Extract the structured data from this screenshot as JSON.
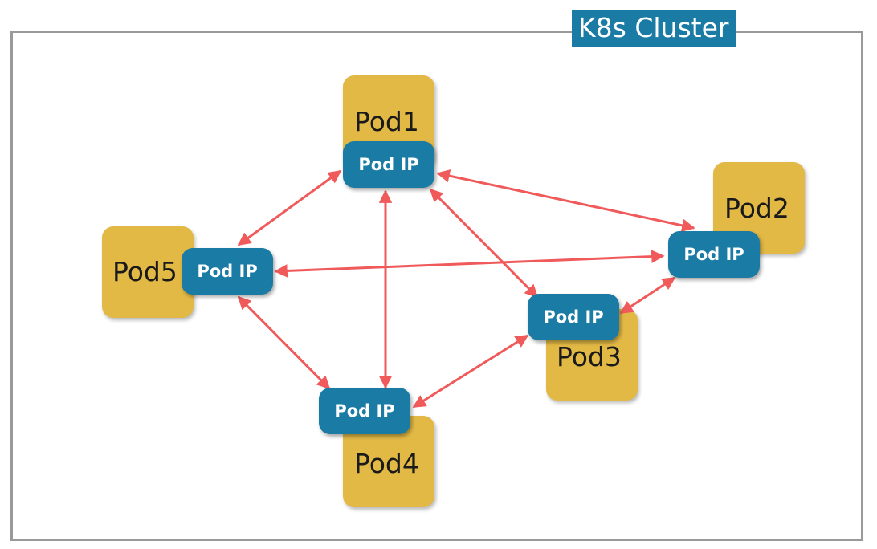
{
  "cluster": {
    "title": "K8s Cluster",
    "title_bg": "#1a7ba5",
    "border_color": "#9a9a9a"
  },
  "colors": {
    "pod_fill": "#e3b946",
    "pod_ip_fill": "#1a7ba5",
    "link_color": "#f05a5a"
  },
  "pods": [
    {
      "id": "pod1",
      "label": "Pod1",
      "ip_label": "Pod IP"
    },
    {
      "id": "pod2",
      "label": "Pod2",
      "ip_label": "Pod IP"
    },
    {
      "id": "pod3",
      "label": "Pod3",
      "ip_label": "Pod IP"
    },
    {
      "id": "pod4",
      "label": "Pod4",
      "ip_label": "Pod IP"
    },
    {
      "id": "pod5",
      "label": "Pod5",
      "ip_label": "Pod IP"
    }
  ],
  "links": [
    {
      "from": "pod1",
      "to": "pod5"
    },
    {
      "from": "pod1",
      "to": "pod2"
    },
    {
      "from": "pod1",
      "to": "pod3"
    },
    {
      "from": "pod1",
      "to": "pod4"
    },
    {
      "from": "pod5",
      "to": "pod2"
    },
    {
      "from": "pod5",
      "to": "pod4"
    },
    {
      "from": "pod3",
      "to": "pod2"
    },
    {
      "from": "pod4",
      "to": "pod3"
    }
  ]
}
